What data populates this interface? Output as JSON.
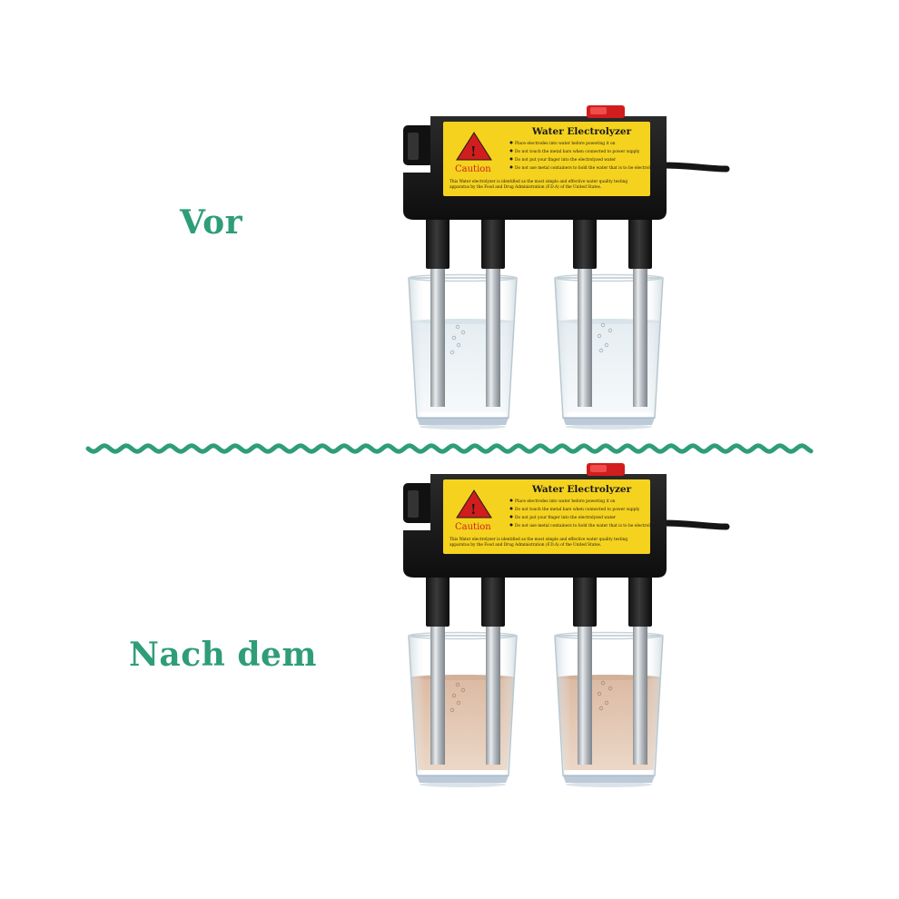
{
  "labels": {
    "before": "Vor",
    "after": "Nach dem"
  },
  "device": {
    "title": "Water Electrolyzer",
    "caution": "Caution",
    "bullets": [
      "Place electrodes into water before powering it on",
      "Do not touch the metal bars when connected to power supply",
      "Do not put your finger into the electrolyzed water",
      "Do not use metal containers to hold the water that is to be electrolyzed"
    ],
    "footer_line1": "This Water electrolyzer is identified as the most simple and effective water quality testing",
    "footer_line2": "apparatus by the Food and Drug Administration (F.D.A) of the United States."
  },
  "colors": {
    "accent_green": "#2e9d78",
    "label_yellow": "#f5d21e",
    "clear_water": "#e6eef2",
    "dirty_water": "#d9b49a"
  }
}
